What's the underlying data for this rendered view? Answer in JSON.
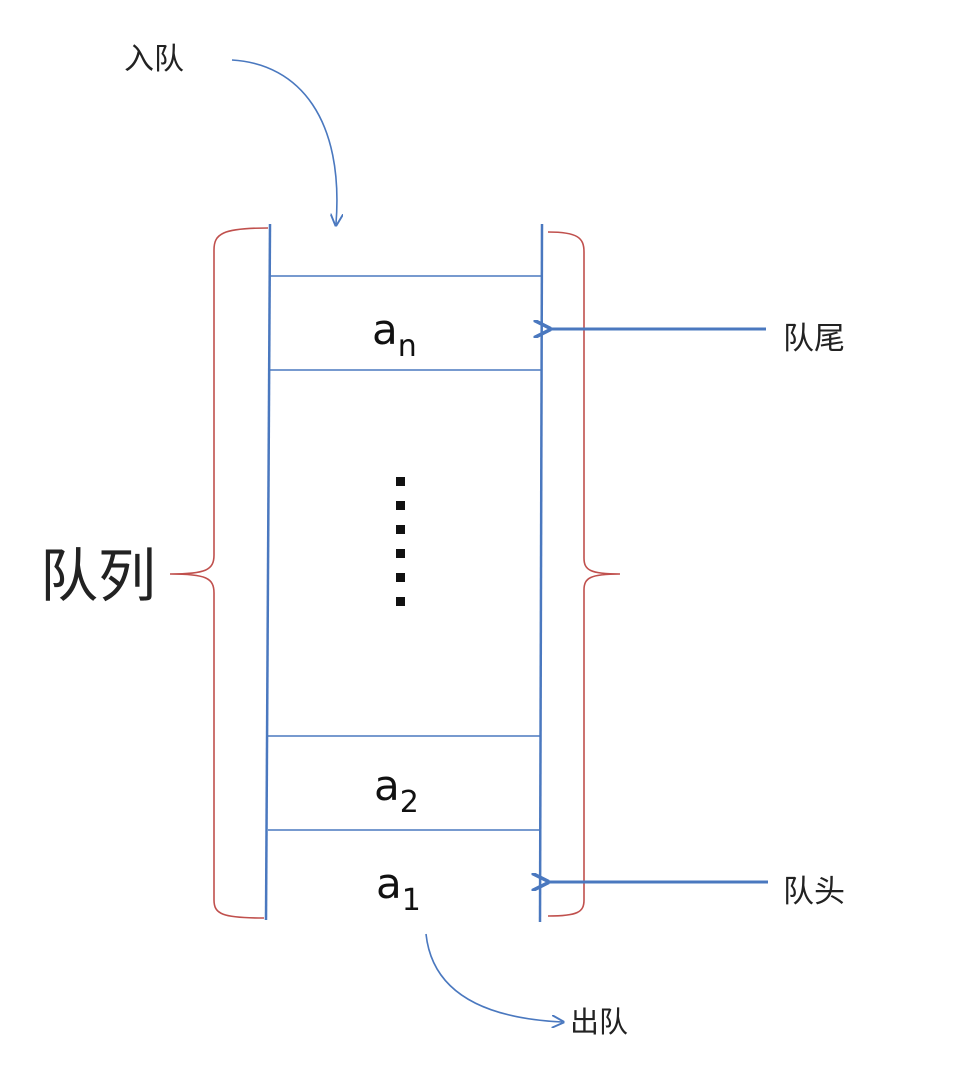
{
  "labels": {
    "enqueue": "入队",
    "dequeue": "出队",
    "rear": "队尾",
    "front": "队头",
    "queue": "队列"
  },
  "cells": {
    "top": {
      "base": "a",
      "sub": "n"
    },
    "second": {
      "base": "a",
      "sub": "2"
    },
    "bottom": {
      "base": "a",
      "sub": "1"
    }
  },
  "colors": {
    "queue_lines": "#4a78bf",
    "arrows": "#4a78bf",
    "braces": "#c0504d",
    "text": "#222222"
  }
}
